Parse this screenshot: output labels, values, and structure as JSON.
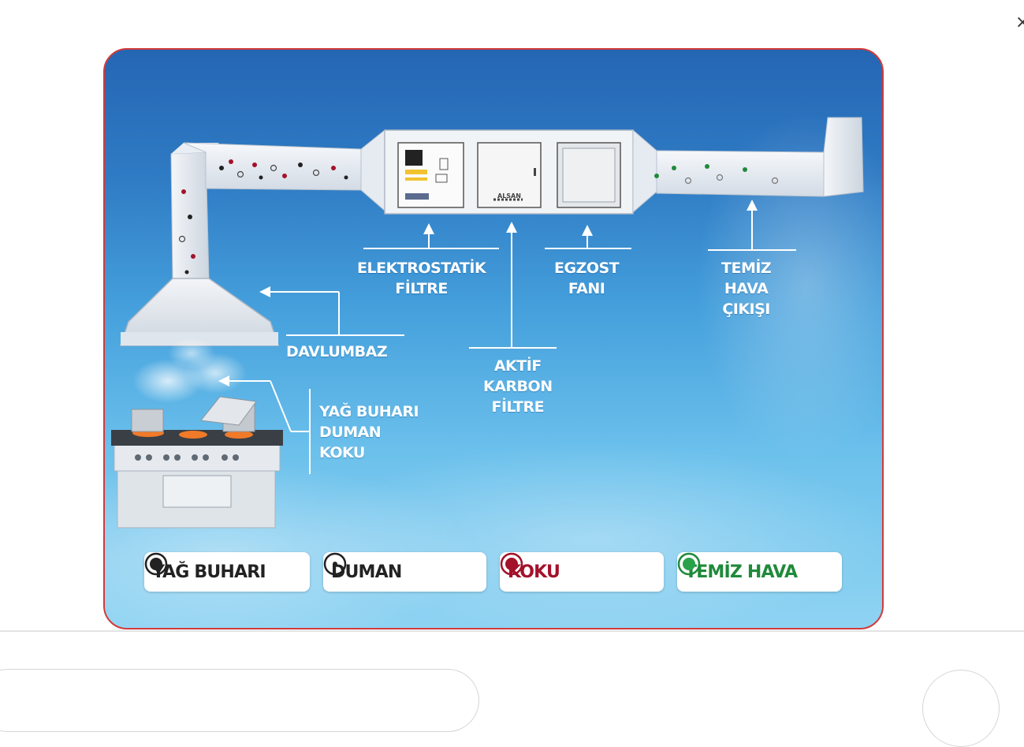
{
  "labels": {
    "elektrostatik_1": "ELEKTROSTATİK",
    "elektrostatik_2": "FİLTRE",
    "egzost_1": "EGZOST",
    "egzost_2": "FANI",
    "temiz_1": "TEMİZ",
    "temiz_2": "HAVA",
    "temiz_3": "ÇIKIŞI",
    "davlumbaz": "DAVLUMBAZ",
    "aktif_1": "AKTİF",
    "aktif_2": "KARBON",
    "aktif_3": "FİLTRE",
    "emisyon_1": "YAĞ BUHARI",
    "emisyon_2": "DUMAN",
    "emisyon_3": "KOKU",
    "panel_brand": "ALSAN"
  },
  "legend": [
    {
      "label": "YAĞ BUHARI",
      "color": "#222222",
      "icon": "filled-dot-icon"
    },
    {
      "label": "DUMAN",
      "color": "#222222",
      "icon": "center-dot-icon"
    },
    {
      "label": "KOKU",
      "color": "#a3122a",
      "icon": "red-dot-icon"
    },
    {
      "label": "TEMİZ HAVA",
      "color": "#1f8a3a",
      "icon": "green-dot-icon"
    }
  ],
  "colors": {
    "border": "#d23a3a",
    "sky_top": "#2566b3",
    "sky_bottom": "#8fd3f2",
    "koku": "#a3122a",
    "temiz": "#1f8a3a"
  },
  "close_symbol": "×"
}
